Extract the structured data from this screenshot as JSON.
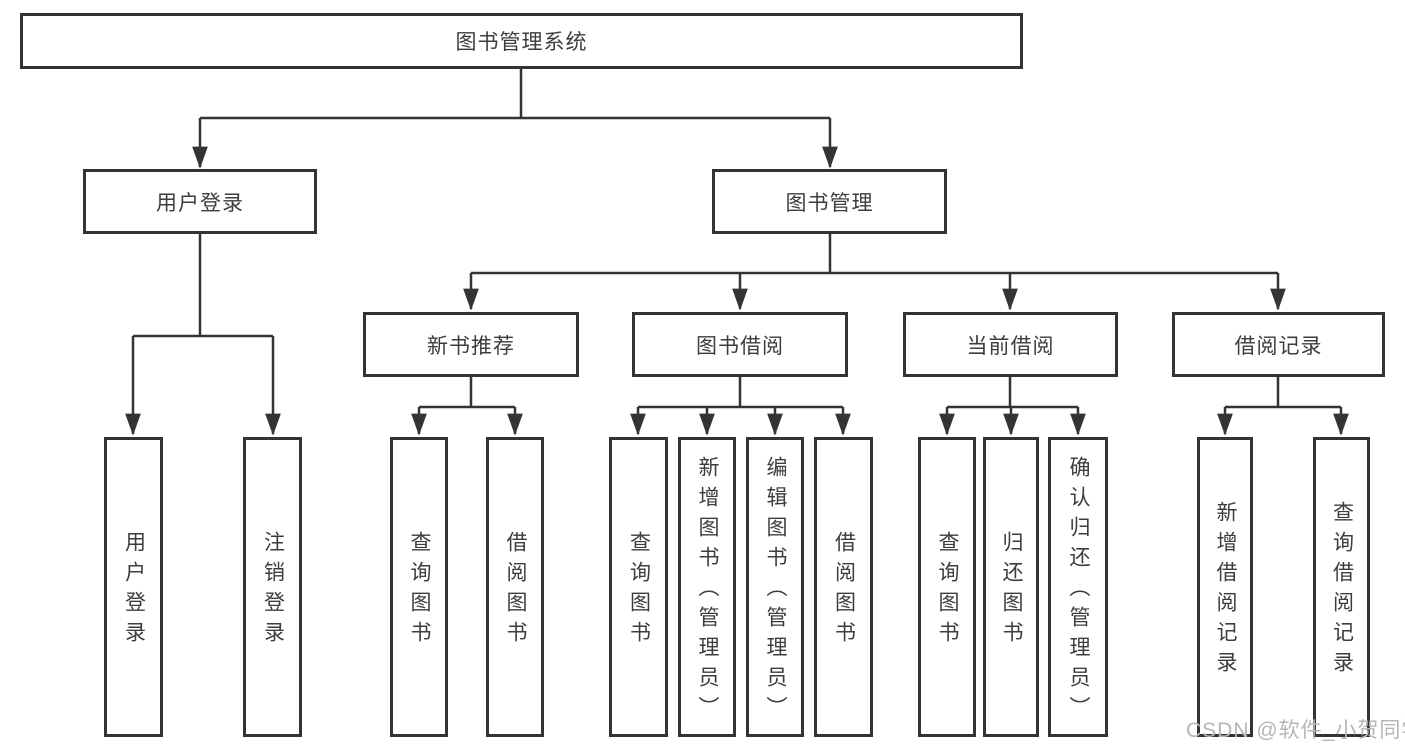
{
  "colors": {
    "line": "#343434",
    "box_border": "#343434",
    "text": "#3d3d3d",
    "watermark": "#b6b6b6",
    "background": "#ffffff"
  },
  "watermark": "CSDN @软件_小贺同学",
  "tree": {
    "root": "图书管理系统",
    "branches": [
      {
        "label": "用户登录",
        "children": [
          {
            "label": "用户登录"
          },
          {
            "label": "注销登录"
          }
        ]
      },
      {
        "label": "图书管理",
        "children": [
          {
            "label": "新书推荐",
            "children": [
              {
                "label": "查询图书"
              },
              {
                "label": "借阅图书"
              }
            ]
          },
          {
            "label": "图书借阅",
            "children": [
              {
                "label": "查询图书"
              },
              {
                "label": "新增图书（管理员）"
              },
              {
                "label": "编辑图书（管理员）"
              },
              {
                "label": "借阅图书"
              }
            ]
          },
          {
            "label": "当前借阅",
            "children": [
              {
                "label": "查询图书"
              },
              {
                "label": "归还图书"
              },
              {
                "label": "确认归还（管理员）"
              }
            ]
          },
          {
            "label": "借阅记录",
            "children": [
              {
                "label": "新增借阅记录"
              },
              {
                "label": "查询借阅记录"
              }
            ]
          }
        ]
      }
    ]
  }
}
